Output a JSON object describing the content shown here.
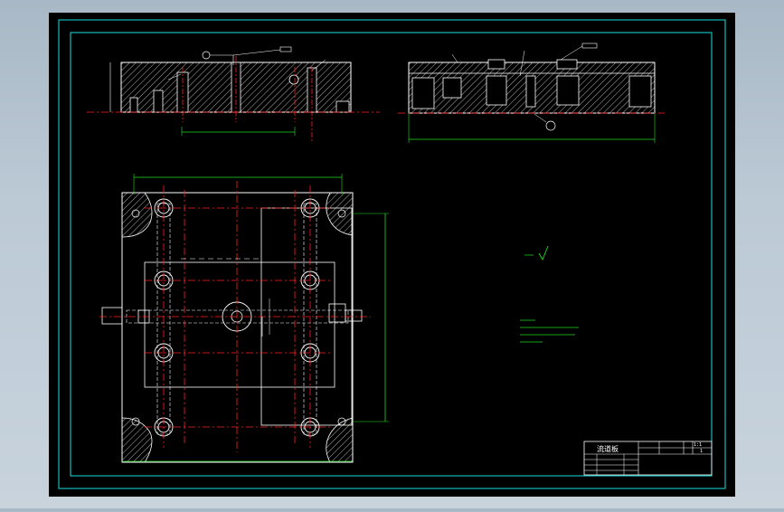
{
  "colors": {
    "background": "#a9b8c6",
    "drawing_area": "#000000",
    "frame": "#19e0e0",
    "geometry": "#ffffff",
    "center_line": "#ff2020",
    "dimension": "#22dd22",
    "annotation": "#ffffff"
  },
  "title_block": {
    "name": "流道板",
    "scale": "1:1",
    "sheet": "1"
  }
}
